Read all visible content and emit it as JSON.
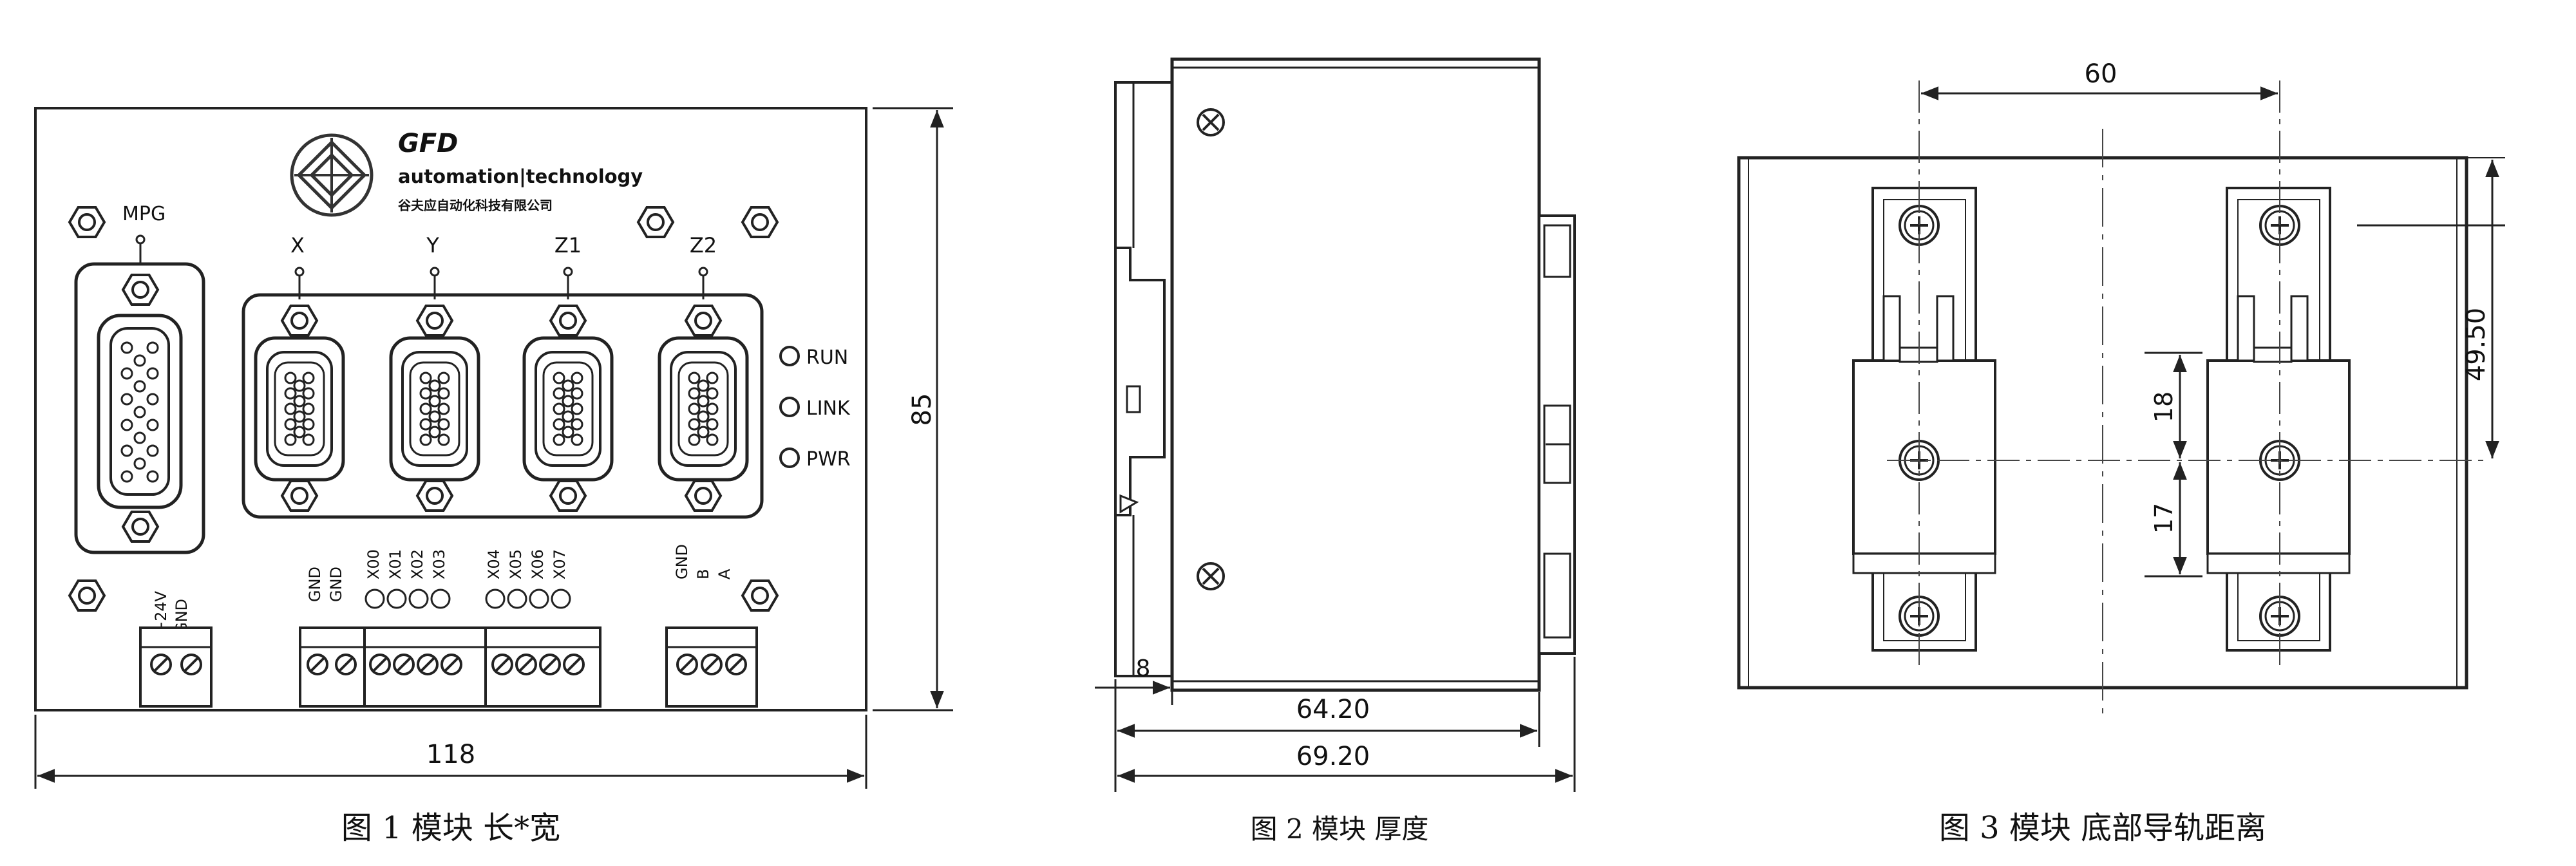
{
  "fig1": {
    "caption": "图 1  模块  长*宽",
    "logo_brand": "GFD",
    "logo_line1": "automation|technology",
    "logo_line2": "谷夫应自动化科技有限公司",
    "label_mpg": "MPG",
    "label_x": "X",
    "label_y": "Y",
    "label_z1": "Z1",
    "label_z2": "Z2",
    "led_run": "RUN",
    "led_link": "LINK",
    "led_pwr": "PWR",
    "term_power": [
      "+24V",
      "GND"
    ],
    "term_gnd": [
      "GND",
      "GND"
    ],
    "term_in1": [
      "X00",
      "X01",
      "X02",
      "X03"
    ],
    "term_in2": [
      "X04",
      "X05",
      "X06",
      "X07"
    ],
    "term_bus": [
      "GND",
      "B",
      "A"
    ],
    "dim_width": "118",
    "dim_height": "85"
  },
  "fig2": {
    "caption": "图 2 模块  厚度",
    "dim_rail": "8",
    "dim_body": "64.20",
    "dim_total": "69.20"
  },
  "fig3": {
    "caption": "图 3 模块  底部导轨距离",
    "dim_spacing": "60",
    "dim_height": "49.50",
    "dim_upper": "18",
    "dim_lower": "17"
  }
}
